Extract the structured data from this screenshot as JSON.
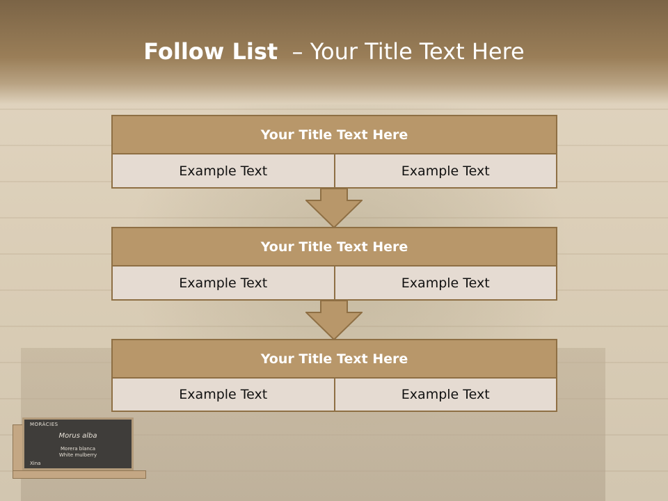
{
  "slide": {
    "title_bold": "Follow List",
    "title_rest": "  – Your Title Text Here"
  },
  "blocks": [
    {
      "title": "Your Title Text Here",
      "left": "Example Text",
      "right": "Example Text"
    },
    {
      "title": "Your Title Text Here",
      "left": "Example Text",
      "right": "Example Text"
    },
    {
      "title": "Your Title Text Here",
      "left": "Example Text",
      "right": "Example Text"
    }
  ],
  "plant_label": {
    "family": "MORÀCIES",
    "species": "Morus alba",
    "common_1": "Morera blanca",
    "common_2": "White mulberry",
    "origin": "Xina"
  },
  "colors": {
    "title_fill": "#b8976a",
    "border": "#8e6f44",
    "cell_fill": "#e5dbd2",
    "header_band": "#8a7050"
  }
}
